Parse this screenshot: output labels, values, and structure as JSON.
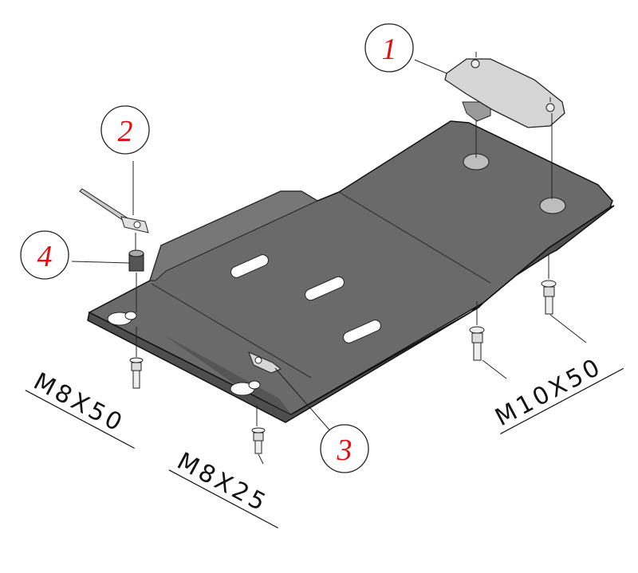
{
  "diagram": {
    "callouts": [
      {
        "number": "1",
        "part": "bracket-plate"
      },
      {
        "number": "2",
        "part": "clamp-tie"
      },
      {
        "number": "3",
        "part": "clip-plate"
      },
      {
        "number": "4",
        "part": "spacer-bushing"
      }
    ],
    "bolt_labels": {
      "left": "M8X50",
      "middle": "M8X25",
      "right": "M10X50"
    },
    "colors": {
      "plate": "#6a6a6a",
      "plate_dark": "#4e4e4e",
      "bracket": "#d6d6d6",
      "callout_text": "#e01010",
      "outline": "#111111"
    }
  }
}
